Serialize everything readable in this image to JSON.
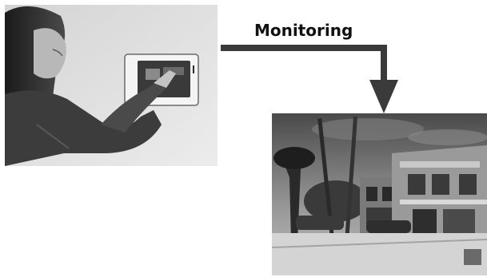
{
  "flow": {
    "label": "Monitoring"
  },
  "icons": {
    "user": "woman-touching-wall-panel",
    "scene": "street-houses-camera-view",
    "arrow": "down-arrow"
  }
}
